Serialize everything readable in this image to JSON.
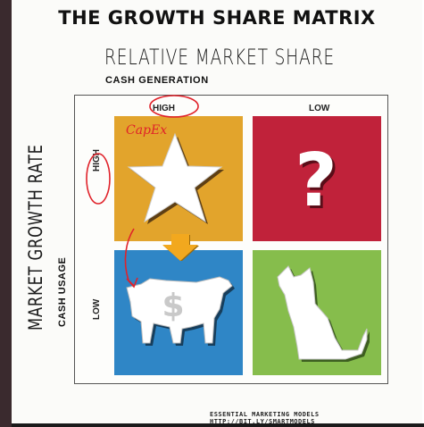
{
  "title": "THE GROWTH SHARE MATRIX",
  "x_axis": {
    "label": "RELATIVE MARKET SHARE",
    "sublabel": "CASH GENERATION",
    "high": "HIGH",
    "low": "LOW"
  },
  "y_axis": {
    "label": "MARKET GROWTH RATE",
    "sublabel": "CASH USAGE",
    "high": "HIGH",
    "low": "LOW"
  },
  "quadrants": [
    {
      "icon": "star-icon",
      "color": "#e2a42c"
    },
    {
      "icon": "question-mark-icon",
      "color": "#c0223a"
    },
    {
      "icon": "cash-cow-icon",
      "color": "#2f86c6"
    },
    {
      "icon": "dog-icon",
      "color": "#86bd4c"
    }
  ],
  "question_mark": "?",
  "cow_symbol": "$",
  "annotation": {
    "text": "CapEx",
    "color": "#e0222a"
  },
  "arrow_color": "#f2a81e",
  "footer": "ESSENTIAL MARKETING MODELS HTTP://BIT.LY/SMARTMODELS"
}
